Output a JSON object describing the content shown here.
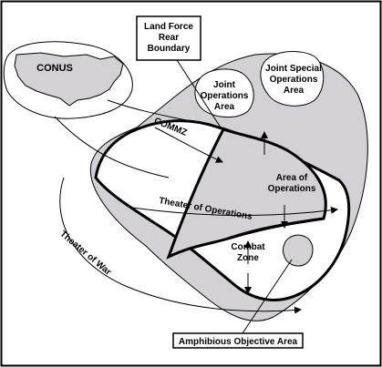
{
  "diagram": {
    "labels": {
      "conus": "CONUS",
      "land_force_line1": "Land Force",
      "land_force_line2": "Rear",
      "land_force_line3": "Boundary",
      "joint_ops_line1": "Joint",
      "joint_ops_line2": "Operations",
      "joint_ops_line3": "Area",
      "joint_special_line1": "Joint Special",
      "joint_special_line2": "Operations",
      "joint_special_line3": "Area",
      "commz": "COMMZ",
      "area_ops_line1": "Area of",
      "area_ops_line2": "Operations",
      "theater_ops": "Theater of Operations",
      "combat_zone_line1": "Combat",
      "combat_zone_line2": "Zone",
      "theater_war": "Theater of War",
      "amphibious": "Amphibious Objective Area"
    },
    "colors": {
      "shade": "#d3d0d6",
      "line": "#000000",
      "background": "#ffffff"
    }
  }
}
